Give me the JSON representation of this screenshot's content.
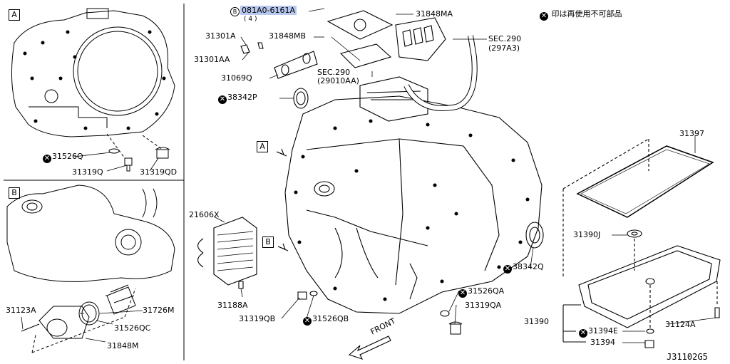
{
  "callouts": {
    "not_reusable_note": "印は再使用不可部品",
    "part_081A0": "081A0-6161A",
    "part_081A0_qty": "( 4 )",
    "part_31848MA": "31848MA",
    "part_sec290a": "SEC.290",
    "part_sec290a_sub": "(297A3)",
    "part_31301A": "31301A",
    "part_31848MB": "31848MB",
    "part_31301AA": "31301AA",
    "part_31069Q": "31069Q",
    "part_sec290b": "SEC.290",
    "part_sec290b_sub": "(29010AA)",
    "part_38342P": "38342P",
    "part_31397": "31397",
    "part_31390J": "31390J",
    "part_38342Q": "38342Q",
    "part_31526QA": "31526QA",
    "part_31319QA": "31319QA",
    "part_31390": "31390",
    "part_31394E": "31394E",
    "part_31124A": "31124A",
    "part_31394": "31394",
    "part_21606X": "21606X",
    "part_31188A": "31188A",
    "part_31319QB": "31319QB",
    "part_31526QB": "31526QB",
    "front": "FRONT",
    "view_a_ref": "A",
    "view_b_ref": "B",
    "ref_code": "J31102G5"
  },
  "inset_a": {
    "title": "A",
    "part_31526Q": "31526Q",
    "part_31319Q": "31319Q",
    "part_31319QD": "31319QD"
  },
  "inset_b": {
    "title": "B",
    "part_31123A": "31123A",
    "part_31526QC": "31526QC",
    "part_31726M": "31726M",
    "part_31848M": "31848M"
  },
  "symbols": {
    "not_reusable": "✕",
    "bolt": "B"
  },
  "colors": {
    "highlight": "#b9c8ef",
    "line": "#000000"
  }
}
